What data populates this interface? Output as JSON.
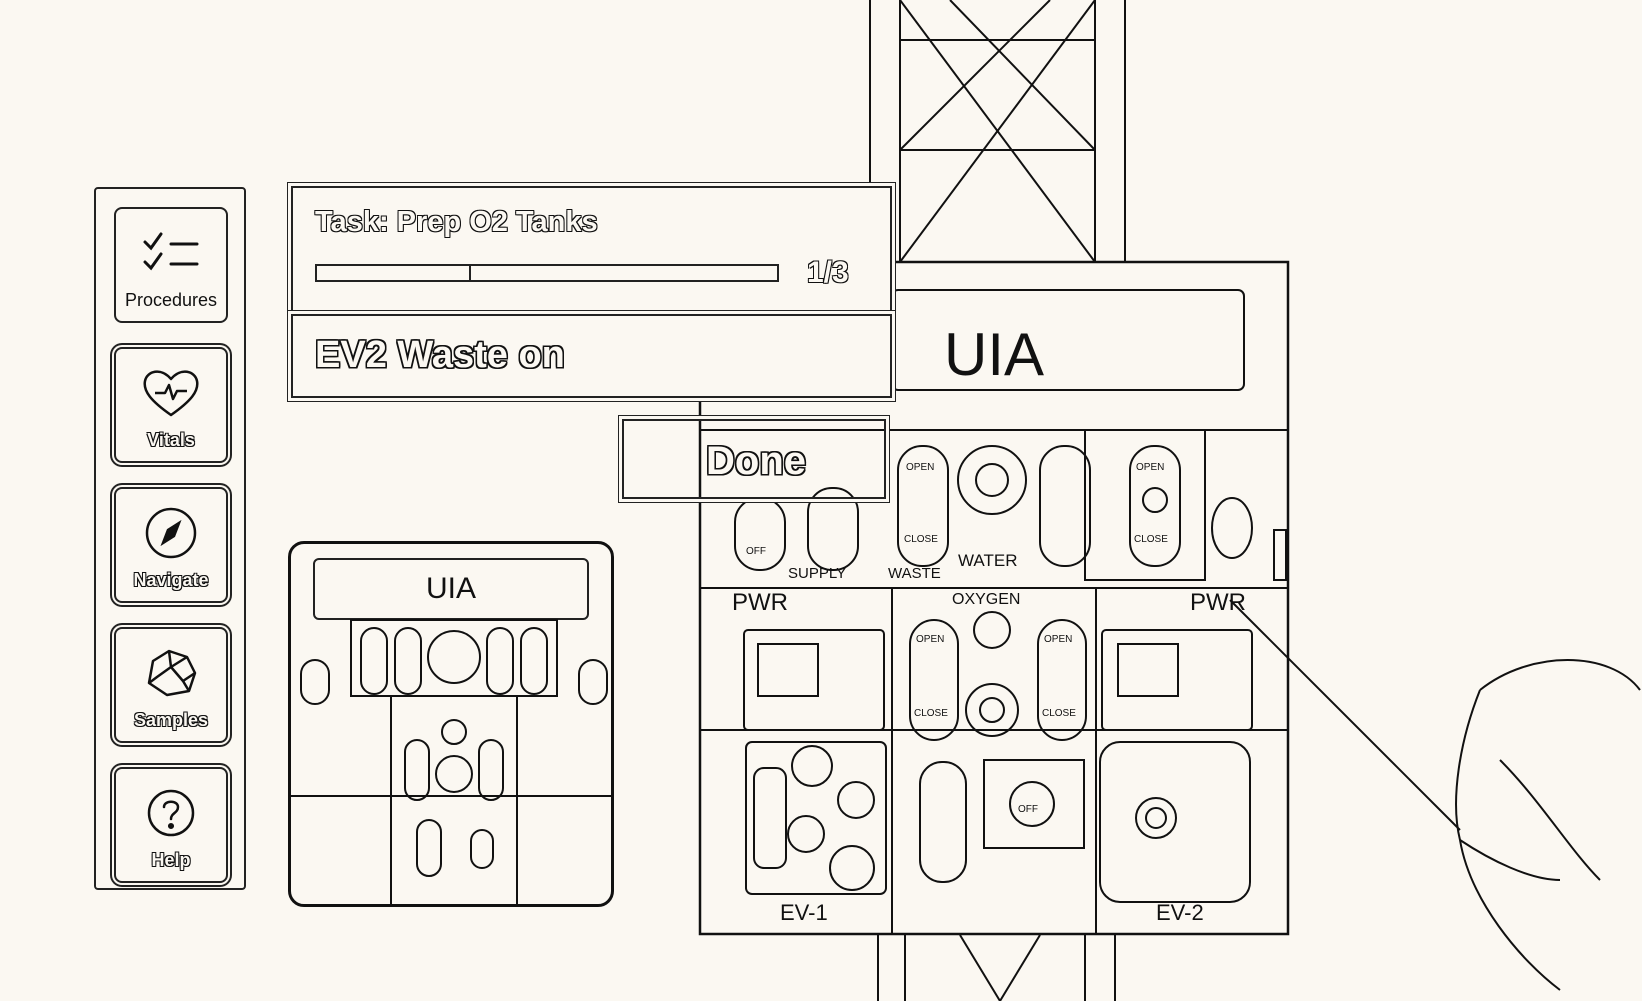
{
  "sidebar": {
    "items": [
      {
        "label": "Procedures",
        "icon": "checklist-icon"
      },
      {
        "label": "Vitals",
        "icon": "heart-pulse-icon"
      },
      {
        "label": "Navigate",
        "icon": "compass-icon"
      },
      {
        "label": "Samples",
        "icon": "rock-icon"
      },
      {
        "label": "Help",
        "icon": "question-icon"
      }
    ]
  },
  "task": {
    "title": "Task: Prep O2 Tanks",
    "progress_text": "1/3",
    "progress_fraction": 0.33
  },
  "step": {
    "instruction": "EV2 Waste on"
  },
  "done_button": {
    "label": "Done"
  },
  "minimap": {
    "title": "UIA"
  },
  "scene": {
    "panel_title": "UIA",
    "labels": {
      "pwr_left": "PWR",
      "pwr_right": "PWR",
      "oxygen": "OXYGEN",
      "supply": "SUPPLY",
      "waste": "WASTE",
      "water": "WATER",
      "ev1": "EV-1",
      "ev2": "EV-2",
      "open": "OPEN",
      "close": "CLOSE",
      "off": "OFF"
    }
  }
}
